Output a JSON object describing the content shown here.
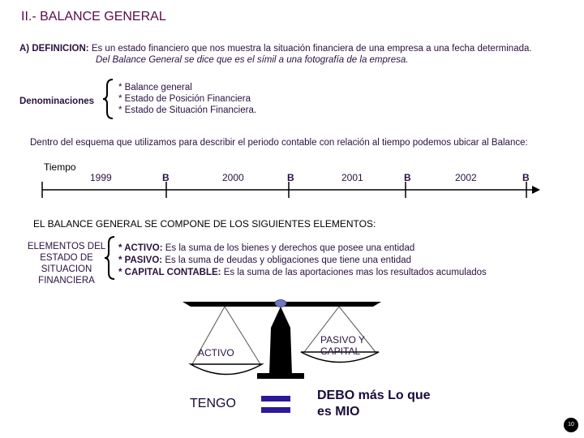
{
  "title": "II.- BALANCE GENERAL",
  "definition": {
    "label": "A) DEFINICION:",
    "text": "Es un estado financiero que nos muestra la situación financiera de una empresa a una fecha determinada.",
    "text2": "Del Balance General se dice que es el símil a una fotografía de la empresa."
  },
  "denominaciones": {
    "label": "Denominaciones",
    "items": [
      "* Balance general",
      "* Estado de Posición Financiera",
      "* Estado de Situación Financiera."
    ]
  },
  "dentro_text": "Dentro del esquema que utilizamos para describir el periodo contable con relación al tiempo podemos ubicar al Balance:",
  "timeline": {
    "label": "Tiempo",
    "years": [
      "1999",
      "2000",
      "2001",
      "2002"
    ],
    "marker": "B"
  },
  "compone_title": "EL BALANCE GENERAL SE COMPONE DE LOS SIGUIENTES ELEMENTOS:",
  "elementos_label": "ELEMENTOS DEL ESTADO DE SITUACION FINANCIERA",
  "components": [
    {
      "name": "* ACTIVO:",
      "desc": "Es la suma de los bienes y derechos que posee una entidad"
    },
    {
      "name": "* PASIVO:",
      "desc": "Es la suma de deudas y obligaciones que tiene una entidad"
    },
    {
      "name": "* CAPITAL CONTABLE:",
      "desc": "Es la suma de las aportaciones mas los resultados acumulados"
    }
  ],
  "scale": {
    "left_label": "ACTIVO",
    "right_label": "PASIVO Y CAPITAL"
  },
  "equation": {
    "left": "TENGO",
    "right": "DEBO más Lo que es MIO"
  },
  "page_number": "10",
  "colors": {
    "equals": "#2a1a9a",
    "scale_body": "#000000",
    "scale_knob": "#6a78c8"
  }
}
